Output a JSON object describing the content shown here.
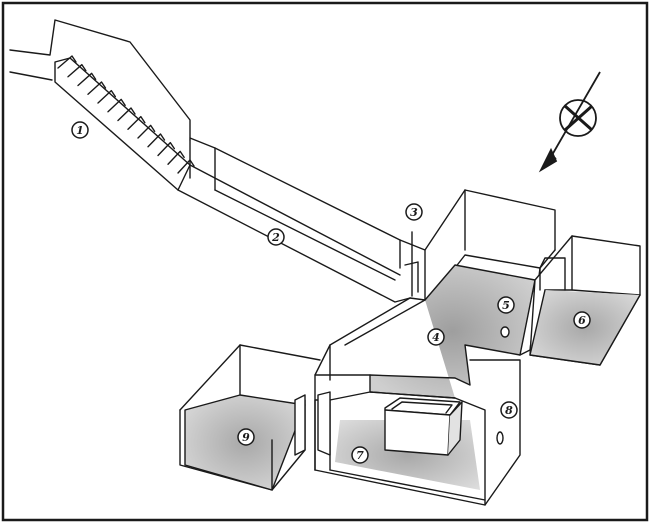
{
  "labels": [
    "1",
    "2",
    "3",
    "4",
    "5",
    "6",
    "7",
    "8",
    "9"
  ],
  "compass_icon": "compass-north-arrow-icon",
  "colors": {
    "ink": "#1a1a1a",
    "shade": "#b4b4b4",
    "shade_light": "#d2d2d2",
    "paper": "#ffffff"
  }
}
